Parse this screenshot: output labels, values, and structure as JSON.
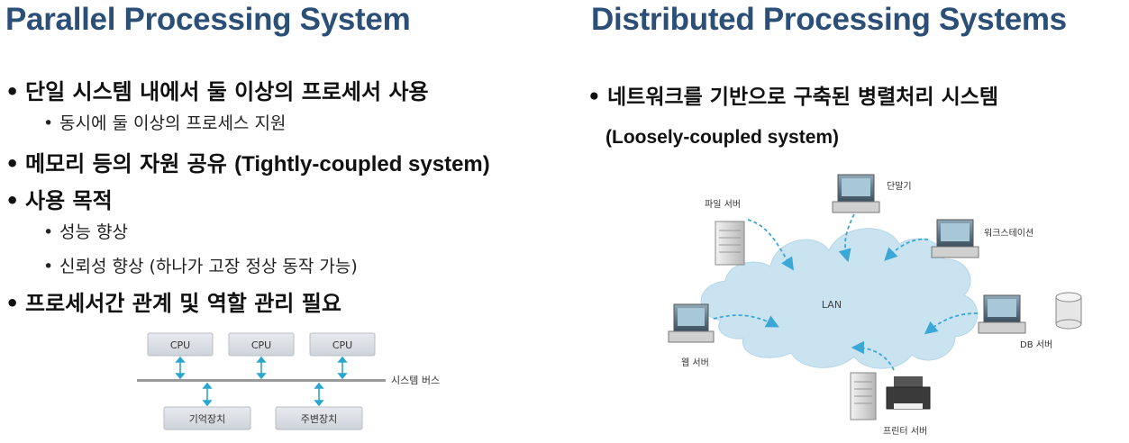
{
  "left": {
    "title": "Parallel Processing System",
    "bullets": [
      {
        "text": "단일 시스템 내에서 둘 이상의 프로세서 사용",
        "subs": [
          "동시에 둘 이상의 프로세스 지원"
        ]
      },
      {
        "text_ko": "메모리 등의 자원 공유 ",
        "text_en": "(Tightly-coupled system)",
        "subs": []
      },
      {
        "text": "사용 목적",
        "subs": [
          "성능 향상",
          "신뢰성 향상 (하나가 고장 정상 동작 가능)"
        ]
      },
      {
        "text": "프로세서간 관계 및 역할 관리 필요",
        "subs": []
      }
    ],
    "diagram": {
      "cpus": [
        "CPU",
        "CPU",
        "CPU"
      ],
      "bus_label": "시스템 버스",
      "memory": "기억장치",
      "peripheral": "주변장치"
    }
  },
  "right": {
    "title": "Distributed Processing Systems",
    "bullet": "네트워크를 기반으로 구축된 병렬처리 시스템",
    "sub": "(Loosely-coupled system)",
    "network": {
      "center": "LAN",
      "file_server": "파일 서버",
      "terminal": "단말기",
      "workstation": "워크스테이션",
      "web_server": "웹 서버",
      "db_server": "DB 서버",
      "print_server": "프린터 서버"
    }
  },
  "colors": {
    "title": "#2c4f78",
    "cloud": "#c9e3f1",
    "arrow_cyan": "#3aa7d6",
    "bus": "#9a9a9a",
    "box_fill": "#d7dbe1"
  }
}
